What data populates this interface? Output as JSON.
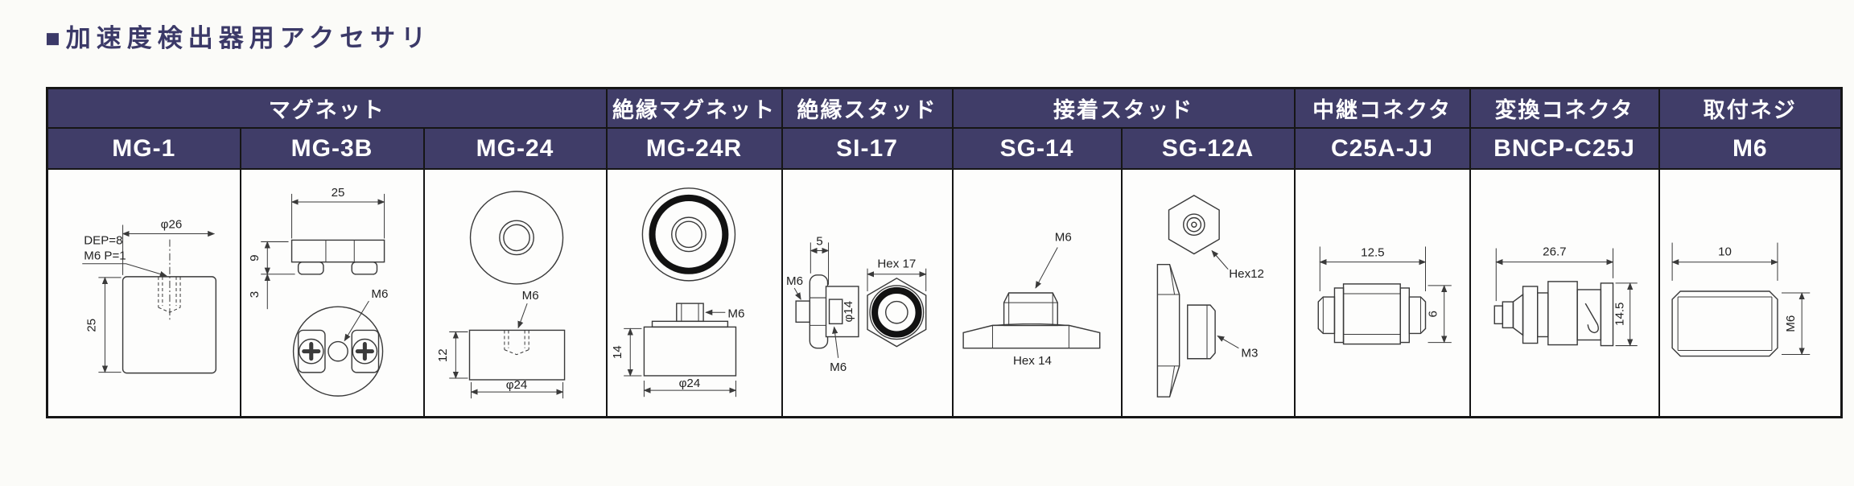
{
  "page": {
    "title": "■加速度検出器用アクセサリ"
  },
  "colors": {
    "header_bg": "#403d68",
    "header_text": "#ffffff",
    "title_text": "#3b3968",
    "border": "#161616",
    "page_bg": "#fbfbf8"
  },
  "table": {
    "categories": [
      {
        "label": "マグネット",
        "span": 3
      },
      {
        "label": "絶縁マグネット",
        "span": 1
      },
      {
        "label": "絶縁スタッド",
        "span": 1
      },
      {
        "label": "接着スタッド",
        "span": 2
      },
      {
        "label": "中継コネクタ",
        "span": 1
      },
      {
        "label": "変換コネクタ",
        "span": 1
      },
      {
        "label": "取付ネジ",
        "span": 1
      }
    ],
    "models": [
      "MG-1",
      "MG-3B",
      "MG-24",
      "MG-24R",
      "SI-17",
      "SG-14",
      "SG-12A",
      "C25A-JJ",
      "BNCP-C25J",
      "M6"
    ]
  },
  "drawings": {
    "mg1": {
      "dia": "φ26",
      "height": "25",
      "note1": "DEP=8",
      "note2": "M6 P=1"
    },
    "mg3b": {
      "width": "25",
      "h1": "9",
      "h2": "3",
      "thread": "M6"
    },
    "mg24": {
      "thread": "M6",
      "height": "12",
      "dia": "φ24"
    },
    "mg24r": {
      "thread": "M6",
      "height": "14",
      "dia": "φ24"
    },
    "si17": {
      "w": "5",
      "thread_left": "M6",
      "thread_bottom": "M6",
      "dia": "φ14",
      "hex": "Hex 17"
    },
    "sg14": {
      "thread": "M6",
      "hex": "Hex 14"
    },
    "sg12a": {
      "hex": "Hex12",
      "thread": "M3"
    },
    "c25ajj": {
      "w": "12.5",
      "h": "6"
    },
    "bncp": {
      "w": "26.7",
      "h": "14.5"
    },
    "m6": {
      "w": "10",
      "thread": "M6"
    }
  }
}
